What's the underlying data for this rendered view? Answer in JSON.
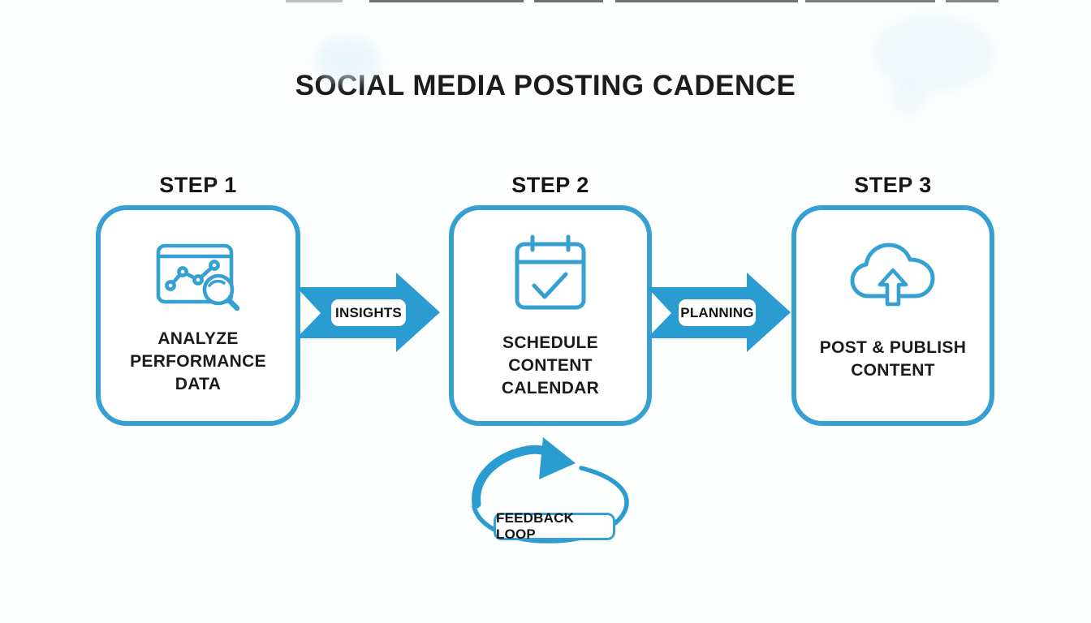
{
  "title": "SOCIAL MEDIA POSTING CADENCE",
  "steps": [
    {
      "label": "STEP 1",
      "icon": "analytics-magnifier-icon",
      "text_lines": [
        "ANALYZE",
        "PERFORMANCE",
        "DATA"
      ]
    },
    {
      "label": "STEP 2",
      "icon": "calendar-check-icon",
      "text_lines": [
        "SCHEDULE",
        "CONTENT",
        "CALENDAR"
      ]
    },
    {
      "label": "STEP 3",
      "icon": "cloud-upload-icon",
      "text_lines": [
        "POST & PUBLISH",
        "CONTENT"
      ]
    }
  ],
  "connectors": [
    {
      "label": "INSIGHTS"
    },
    {
      "label": "PLANNING"
    }
  ],
  "feedback_loop": {
    "label": "FEEDBACK LOOP"
  },
  "colors": {
    "accent_blue": "#2b9cd2",
    "outline_blue": "#37a0d3",
    "text_dark": "#1b1b1b",
    "background": "#fdfefe"
  }
}
